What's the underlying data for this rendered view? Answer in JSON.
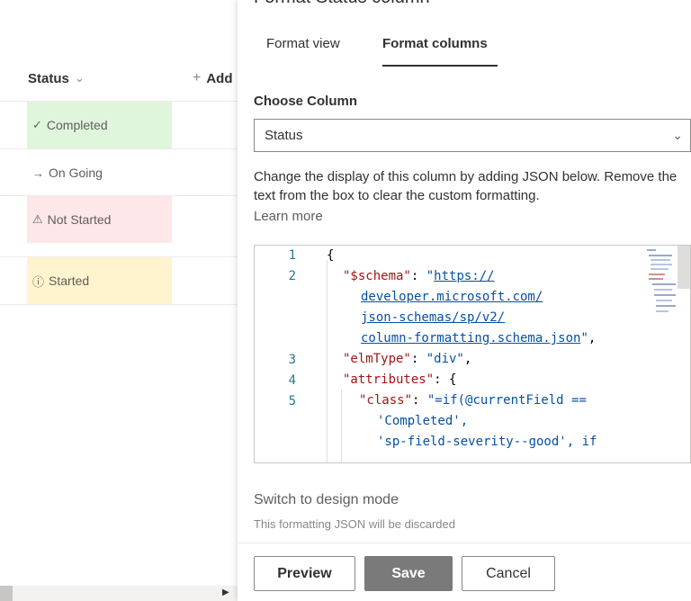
{
  "list": {
    "columns": {
      "status": "Status",
      "add_column": "Add"
    },
    "rows": [
      {
        "label": "Completed",
        "icon": "✓",
        "icon_name": "checkmark-icon",
        "bg": "#dff6dd"
      },
      {
        "label": "On Going",
        "icon": "→",
        "icon_name": "arrow-right-icon",
        "bg": "#ffffff"
      },
      {
        "label": "Not Started",
        "icon": "⚠",
        "icon_name": "warning-icon",
        "bg": "#fde7e9"
      },
      {
        "label": "Started",
        "icon": "ⓘ",
        "icon_name": "info-icon",
        "bg": "#fff4ce"
      }
    ]
  },
  "panel": {
    "title": "Format Status column",
    "tabs": [
      "Format view",
      "Format columns"
    ],
    "active_tab": "Format columns",
    "choose_column_label": "Choose Column",
    "selected_column": "Status",
    "description": "Change the display of this column by adding JSON below. Remove the text from the box to clear the custom formatting.",
    "learn_more": "Learn more",
    "editor": {
      "line_numbers": [
        "1",
        "2",
        "3",
        "4",
        "5"
      ],
      "code": {
        "l1": "{",
        "schema_key": "\"$schema\"",
        "schema_url_1": "https://",
        "schema_url_2": "developer.microsoft.com/",
        "schema_url_3": "json-schemas/sp/v2/",
        "schema_url_4": "column-formatting.schema.json",
        "elm_key": "\"elmType\"",
        "elm_val": "\"div\"",
        "attr_key": "\"attributes\"",
        "class_key": "\"class\"",
        "class_val_1": "\"=if(@currentField ==",
        "class_val_2": "'Completed',",
        "class_val_3": "'sp-field-severity--good', if"
      }
    },
    "switch_design_mode": "Switch to design mode",
    "discard_note": "This formatting JSON will be discarded",
    "buttons": {
      "preview": "Preview",
      "save": "Save",
      "cancel": "Cancel"
    }
  },
  "colors": {
    "accent": "#323130",
    "save_button": "#7a7a7a",
    "json_key": "#a31515",
    "json_value": "#0451a5"
  }
}
